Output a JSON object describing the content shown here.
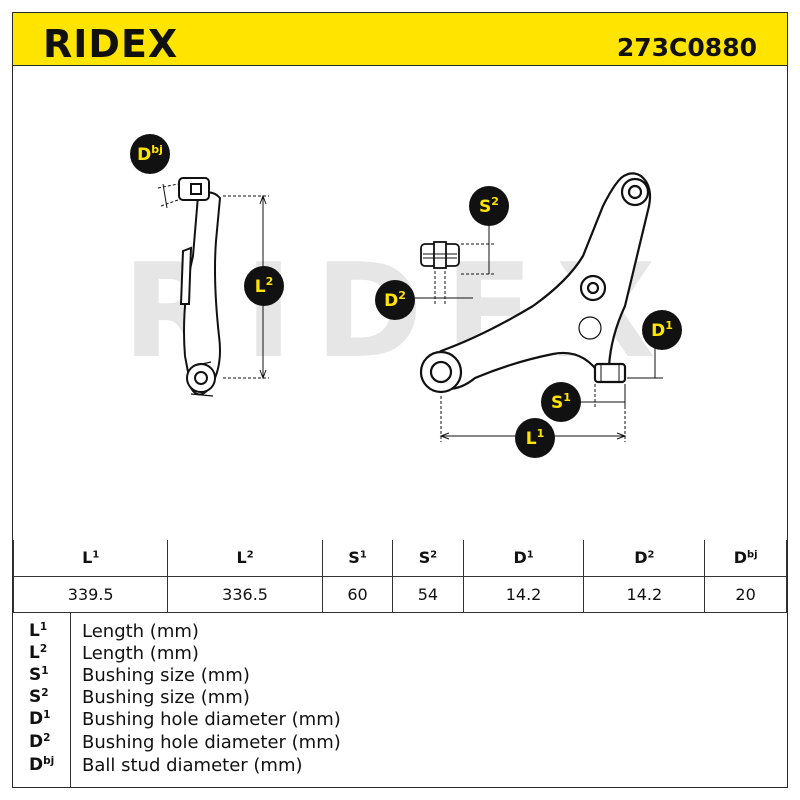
{
  "brand": "RIDEX",
  "part_number": "273C0880",
  "drawing": {
    "watermark": "RIDEX",
    "callouts": {
      "dbj": "D",
      "dbj_sup": "bj",
      "l2": "L",
      "l2_sup": "2",
      "s2": "S",
      "s2_sup": "2",
      "d2": "D",
      "d2_sup": "2",
      "d1": "D",
      "d1_sup": "1",
      "s1": "S",
      "s1_sup": "1",
      "l1": "L",
      "l1_sup": "1"
    }
  },
  "spec_table": {
    "headers": [
      {
        "sym": "L",
        "sup": "1"
      },
      {
        "sym": "L",
        "sup": "2"
      },
      {
        "sym": "S",
        "sup": "1"
      },
      {
        "sym": "S",
        "sup": "2"
      },
      {
        "sym": "D",
        "sup": "1"
      },
      {
        "sym": "D",
        "sup": "2"
      },
      {
        "sym": "D",
        "sup": "bj"
      }
    ],
    "values": [
      "339.5",
      "336.5",
      "60",
      "54",
      "14.2",
      "14.2",
      "20"
    ]
  },
  "legend": [
    {
      "sym": "L",
      "sup": "1",
      "desc": "Length (mm)"
    },
    {
      "sym": "L",
      "sup": "2",
      "desc": "Length (mm)"
    },
    {
      "sym": "S",
      "sup": "1",
      "desc": "Bushing size (mm)"
    },
    {
      "sym": "S",
      "sup": "2",
      "desc": "Bushing size (mm)"
    },
    {
      "sym": "D",
      "sup": "1",
      "desc": "Bushing hole diameter (mm)"
    },
    {
      "sym": "D",
      "sup": "2",
      "desc": "Bushing hole diameter (mm)"
    },
    {
      "sym": "D",
      "sup": "bj",
      "desc": "Ball stud diameter (mm)"
    }
  ],
  "colors": {
    "header_bg": "#ffe400",
    "callout_bg": "#111111",
    "callout_text": "#ffe400",
    "watermark": "#e6e6e6"
  }
}
